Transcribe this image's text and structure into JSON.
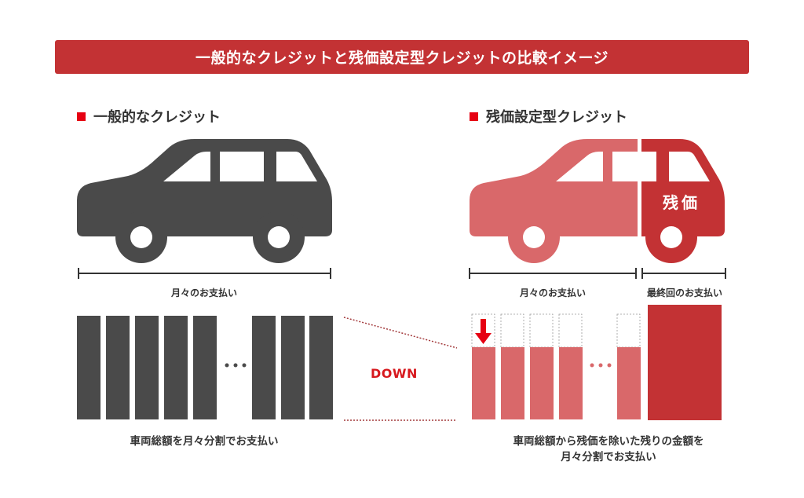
{
  "banner": {
    "title": "一般的なクレジットと残価設定型クレジットの比較イメージ",
    "color": "#c33234"
  },
  "left": {
    "heading": "一般的なクレジット",
    "car_color": "#4a4a4a",
    "span_label": "月々のお支払い",
    "bars": {
      "count_before_ellipsis": 5,
      "count_after_ellipsis": 3,
      "ellipsis": "…"
    },
    "caption": "車両総額を月々分割でお支払い"
  },
  "right": {
    "heading": "残価設定型クレジット",
    "car_color_main": "#d9686a",
    "car_color_residual": "#c33234",
    "residual_label": "残価",
    "span_label_monthly": "月々のお支払い",
    "span_label_final": "最終回のお支払い",
    "bars": {
      "count_before_ellipsis": 4,
      "count_after_ellipsis": 1,
      "ellipsis": "…",
      "final_bar": true
    },
    "caption_line1": "車両総額から残価を除いた残りの金額を",
    "caption_line2": "月々分割でお支払い"
  },
  "comparison": {
    "label": "DOWN",
    "color": "#d7191e"
  },
  "colors": {
    "marker": "#e60012",
    "text": "#333333",
    "bar_dark": "#4a4a4a",
    "bar_light_red": "#d9686a",
    "bar_dark_red": "#c33234"
  }
}
